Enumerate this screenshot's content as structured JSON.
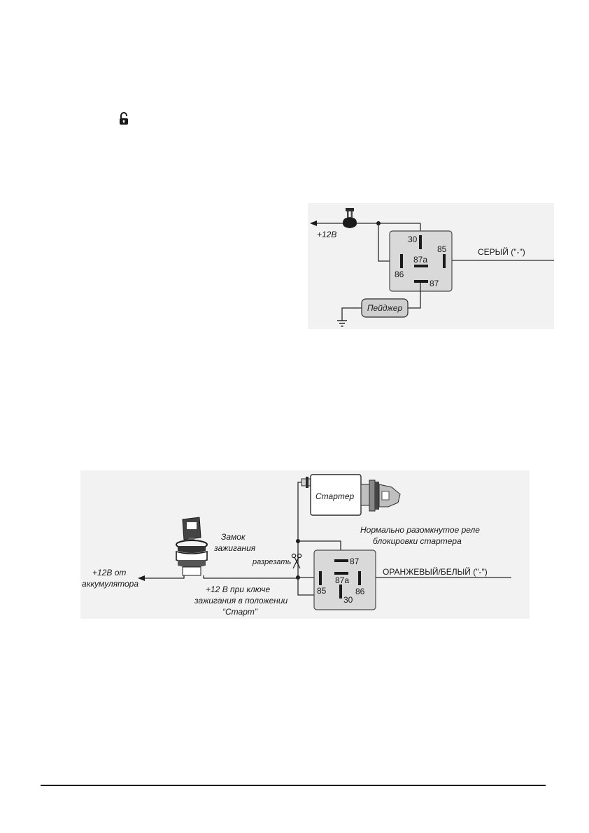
{
  "diagram1": {
    "supply_label": "+12В",
    "relay": {
      "pin_30": "30",
      "pin_85": "85",
      "pin_87a": "87a",
      "pin_86": "86",
      "pin_87": "87"
    },
    "wire_label": "СЕРЫЙ (\"-\")",
    "pager_label": "Пейджер"
  },
  "diagram2": {
    "starter_label": "Стартер",
    "relay_caption_line1": "Нормально разомкнутое реле",
    "relay_caption_line2": "блокировки стартера",
    "ignition_label_line1": "Замок",
    "ignition_label_line2": "зажигания",
    "cut_label": "разрезать",
    "battery_label_line1": "+12В от",
    "battery_label_line2": "аккумулятора",
    "start_label_line1": "+12 В при ключе",
    "start_label_line2": "зажигания в положении",
    "start_label_line3": "“Старт”",
    "relay": {
      "pin_87": "87",
      "pin_85": "85",
      "pin_87a": "87a",
      "pin_86": "86",
      "pin_30": "30"
    },
    "wire_label": "ОРАНЖЕВЫЙ/БЕЛЫЙ (\"-\")"
  },
  "icons": {
    "top_icon": "padlock-open-icon"
  }
}
